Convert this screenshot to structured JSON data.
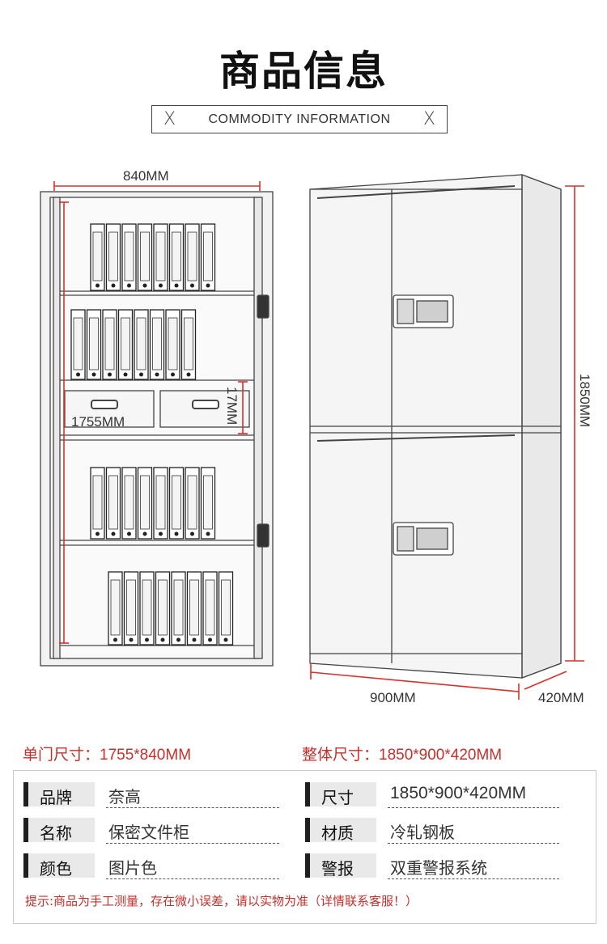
{
  "header": {
    "title": "商品信息",
    "subtitle": "COMMODITY INFORMATION",
    "deco_left": "X",
    "deco_right": "X"
  },
  "diagram": {
    "inner_width": "840MM",
    "inner_height": "1755MM",
    "shelf_gap": "17MM",
    "total_height": "1850MM",
    "total_width": "900MM",
    "total_depth": "420MM"
  },
  "sizes": {
    "single_door_label": "单门尺寸：",
    "single_door_value": "1755*840MM",
    "overall_label": "整体尺寸：",
    "overall_value": "1850*900*420MM"
  },
  "specs": [
    {
      "label": "品牌",
      "value": "奈高"
    },
    {
      "label": "尺寸",
      "value": "1850*900*420MM"
    },
    {
      "label": "名称",
      "value": "保密文件柜"
    },
    {
      "label": "材质",
      "value": "冷轧钢板"
    },
    {
      "label": "颜色",
      "value": "图片色"
    },
    {
      "label": "警报",
      "value": "双重警报系统"
    }
  ],
  "note": "提示:商品为手工测量，存在微小误差，请以实物为准（详情联系客服！）",
  "colors": {
    "accent": "#c4302b",
    "dimension_line": "#d9302c",
    "tag_bg": "#e9e9e9",
    "tag_bar": "#1f1f1f"
  }
}
